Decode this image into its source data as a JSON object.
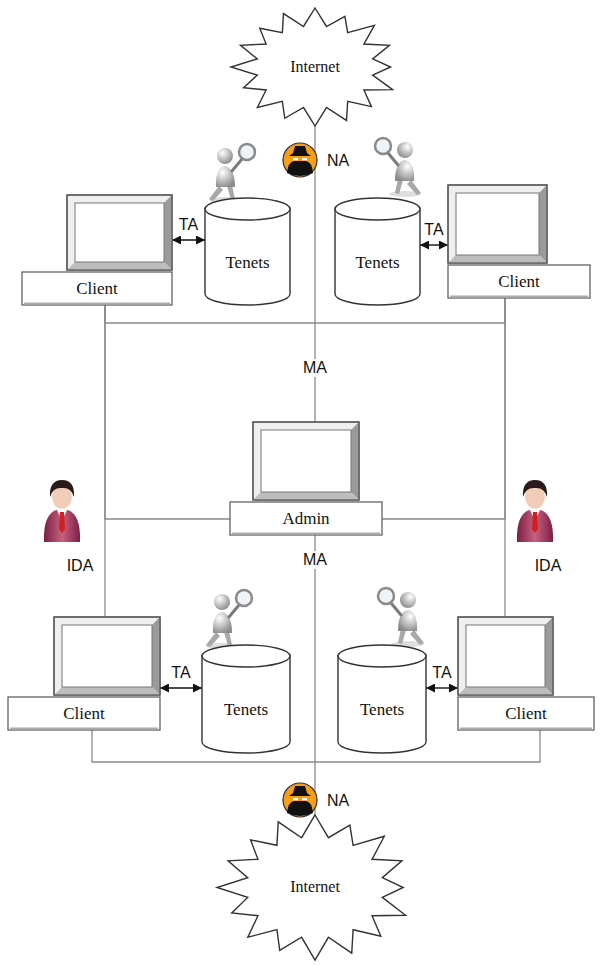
{
  "diagram": {
    "nodes": [
      {
        "text": [
          "Internet"
        ]
      },
      {
        "text": [
          "Client"
        ]
      },
      {
        "text": [
          "Tenets"
        ]
      },
      {
        "text": [
          "Tenets"
        ]
      },
      {
        "text": [
          "Client"
        ]
      },
      {
        "text": [
          "Admin"
        ]
      },
      {
        "text": [
          "Client"
        ]
      },
      {
        "text": [
          "Tenets"
        ]
      },
      {
        "text": [
          "Tenets"
        ]
      },
      {
        "text": [
          "Client"
        ]
      },
      {
        "text": [
          "Internet"
        ]
      }
    ],
    "edges": [
      {
        "from": 1,
        "to": 2,
        "arrow": "both",
        "label": "TA"
      },
      {
        "from": 3,
        "to": 4,
        "arrow": "both",
        "label": "TA"
      },
      {
        "from": 6,
        "to": 7,
        "arrow": "both",
        "label": "TA"
      },
      {
        "from": 8,
        "to": 9,
        "arrow": "both",
        "label": "TA"
      },
      {
        "from": 0,
        "to": 5,
        "arrow": "none",
        "label": "MA"
      },
      {
        "from": 5,
        "to": 10,
        "arrow": "none",
        "label": "MA"
      },
      {
        "from": 1,
        "to": 4,
        "arrow": "none"
      },
      {
        "from": 1,
        "to": 6,
        "arrow": "none"
      },
      {
        "from": 4,
        "to": 9,
        "arrow": "none"
      },
      {
        "from": 5,
        "to": 1,
        "arrow": "none"
      },
      {
        "from": 5,
        "to": 4,
        "arrow": "none"
      },
      {
        "from": 6,
        "to": 9,
        "arrow": "none"
      }
    ],
    "labels": [
      "NA",
      "IDA",
      "IDA",
      "NA"
    ]
  }
}
